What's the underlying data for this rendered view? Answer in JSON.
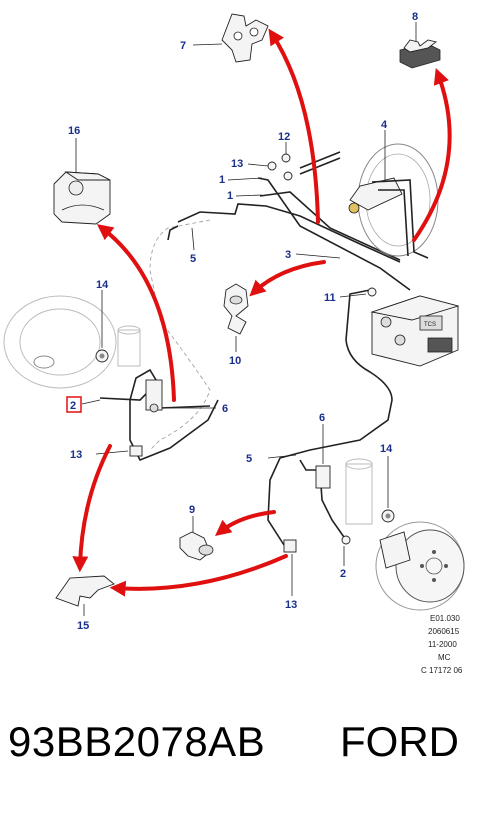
{
  "callouts": {
    "c1a": "1",
    "c1b": "1",
    "c2a": "2",
    "c2b": "2",
    "c3": "3",
    "c4": "4",
    "c5a": "5",
    "c5b": "5",
    "c6a": "6",
    "c6b": "6",
    "c7": "7",
    "c8": "8",
    "c9": "9",
    "c10": "10",
    "c11": "11",
    "c12": "12",
    "c13a": "13",
    "c13b": "13",
    "c13c": "13",
    "c14a": "14",
    "c14b": "14",
    "c15": "15",
    "c16": "16"
  },
  "meta": {
    "line1": "E01.030",
    "line2": "2060615",
    "line3": "11-2000",
    "line4": "MC",
    "line5": "C 17172 06"
  },
  "footer": {
    "part_number": "93BB2078AB",
    "brand": "FORD"
  },
  "colors": {
    "callout": "#1a2f8a",
    "arrow": "#e01010",
    "highlight_box": "#e01010"
  }
}
